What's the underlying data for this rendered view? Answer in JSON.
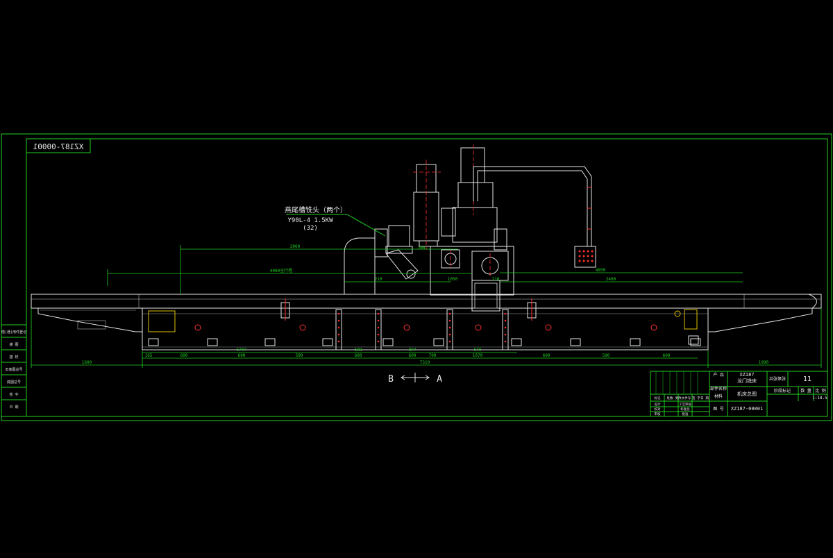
{
  "drawing": {
    "code_mirrored": "XZ187-00001",
    "callout_title": "燕尾槽铣头（两个）",
    "callout_motor": "Y90L-4 1.5KW",
    "callout_count": "(32)",
    "dim_top_1": "3000",
    "dim_top_2": "4000全行程",
    "dim_inner_1": "210",
    "dim_inner_2": "200",
    "dim_inner_3": "1050",
    "dim_right_1": "2400",
    "dim_right_2": "4850",
    "dim_right_3": "210",
    "bottom_dims": [
      "165",
      "600",
      "600",
      "590",
      "600",
      "600",
      "700",
      "1070",
      "600",
      "590",
      "600"
    ],
    "bottom_dims_second": [
      "5707",
      "598",
      "897",
      "570"
    ],
    "total_length": "7310",
    "left_overhang": "1600",
    "right_overhang": "1990",
    "view_left": "B",
    "view_right": "A"
  },
  "left_strip": {
    "rows": [
      "借(通)用件登记",
      "描 图",
      "描 校",
      "旧底图总号",
      "底图总号",
      "签 字",
      "日 期"
    ]
  },
  "title_block": {
    "product_label": "产 品",
    "product_model": "XZ187",
    "product_name": "龙门铣床",
    "part_name_label": "部件名称",
    "part_name": "机床总图",
    "material_label": "材料",
    "drawing_no_label": "图 号",
    "drawing_no": "XZ187-00001",
    "sheet_label": "共张第张",
    "sheet_value": "11",
    "weight_label": "数 量",
    "scale_label": "比 例",
    "scale_value": "1:18.5",
    "weight_scale_header": "阶段标记",
    "rev_cells": [
      "标记",
      "处数",
      "更改文件号",
      "签 字",
      "日 期"
    ],
    "role_cells": [
      "设计",
      "工艺审核",
      "校对",
      "标准化",
      "审核",
      "批准"
    ]
  }
}
